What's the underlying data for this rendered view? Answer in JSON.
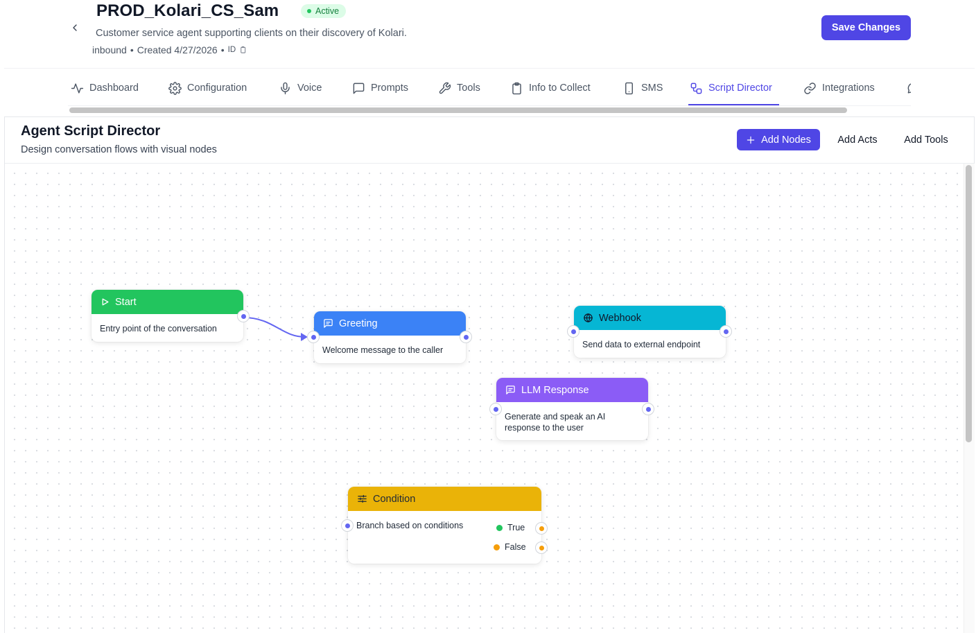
{
  "header": {
    "title": "PROD_Kolari_CS_Sam",
    "status": "Active",
    "description": "Customer service agent supporting clients on their discovery of Kolari.",
    "direction": "inbound",
    "created": "Created 4/27/2026",
    "id_label": "ID",
    "save_label": "Save Changes"
  },
  "tabs": [
    {
      "label": "Dashboard",
      "icon": "activity-icon"
    },
    {
      "label": "Configuration",
      "icon": "gear-icon"
    },
    {
      "label": "Voice",
      "icon": "microphone-icon"
    },
    {
      "label": "Prompts",
      "icon": "message-square-icon"
    },
    {
      "label": "Tools",
      "icon": "wrench-icon"
    },
    {
      "label": "Info to Collect",
      "icon": "clipboard-icon"
    },
    {
      "label": "SMS",
      "icon": "smartphone-icon"
    },
    {
      "label": "Script Director",
      "icon": "workflow-icon",
      "active": true
    },
    {
      "label": "Integrations",
      "icon": "link-icon"
    }
  ],
  "panel": {
    "title": "Agent Script Director",
    "subtitle": "Design conversation flows with visual nodes",
    "add_nodes_label": "Add Nodes",
    "add_acts_label": "Add Acts",
    "add_tools_label": "Add Tools"
  },
  "nodes": {
    "start": {
      "title": "Start",
      "description": "Entry point of the conversation",
      "color": "#22c55e",
      "icon": "play-icon"
    },
    "greeting": {
      "title": "Greeting",
      "description": "Welcome message to the caller",
      "color": "#3b82f6",
      "icon": "message-icon"
    },
    "webhook": {
      "title": "Webhook",
      "description": "Send data to external endpoint",
      "color": "#06b6d4",
      "icon": "globe-icon"
    },
    "llm": {
      "title": "LLM Response",
      "description": "Generate and speak an AI response to the user",
      "color": "#8b5cf6",
      "icon": "message-icon"
    },
    "condition": {
      "title": "Condition",
      "description": "Branch based on conditions",
      "color": "#eab308",
      "icon": "sliders-icon",
      "true_label": "True",
      "false_label": "False",
      "true_color": "#22c55e",
      "false_color": "#f59e0b"
    }
  },
  "colors": {
    "accent": "#4f46e5",
    "edge": "#6366f1"
  }
}
